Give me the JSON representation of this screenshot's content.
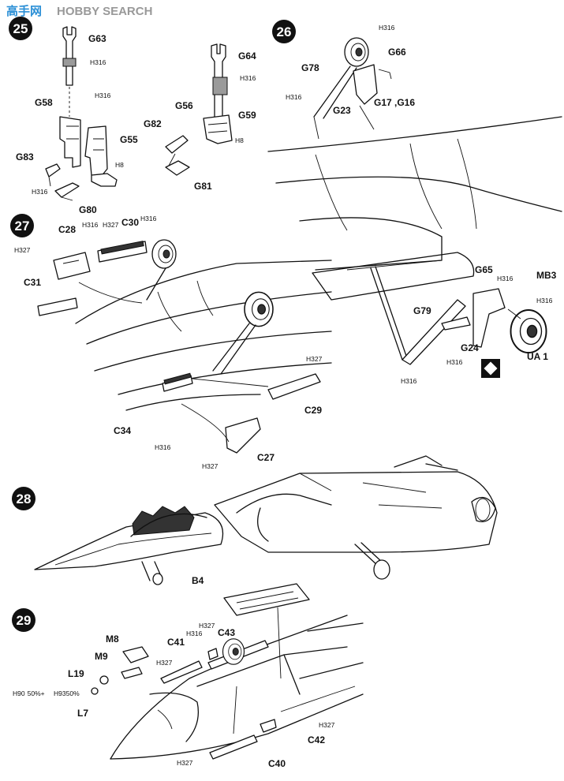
{
  "watermark": {
    "cn": "高手网",
    "en": "HOBBY SEARCH"
  },
  "steps": [
    "25",
    "26",
    "27",
    "28",
    "29"
  ],
  "parts": {
    "G63": "G63",
    "G58": "G58",
    "G55": "G55",
    "G83": "G83",
    "G80": "G80",
    "G64": "G64",
    "G56": "G56",
    "G59": "G59",
    "G82": "G82",
    "G81": "G81",
    "G78": "G78",
    "G66": "G66",
    "G23": "G23",
    "G17_G16": "G17 ,G16",
    "C28": "C28",
    "C30": "C30",
    "C31": "C31",
    "C34": "C34",
    "C29": "C29",
    "C27": "C27",
    "G65": "G65",
    "MB3": "MB3",
    "G79": "G79",
    "G24": "G24",
    "UA1": "UA 1",
    "B4": "B4",
    "M8": "M8",
    "M9": "M9",
    "C41": "C41",
    "C43": "C43",
    "L19": "L19",
    "L7": "L7",
    "C42": "C42",
    "C40": "C40"
  },
  "paint": {
    "h": "H",
    "c316": "316",
    "c327": "327",
    "c8": "8",
    "c90": "90",
    "c93": "93",
    "mix1": "50%+",
    "mix2": "50%"
  }
}
